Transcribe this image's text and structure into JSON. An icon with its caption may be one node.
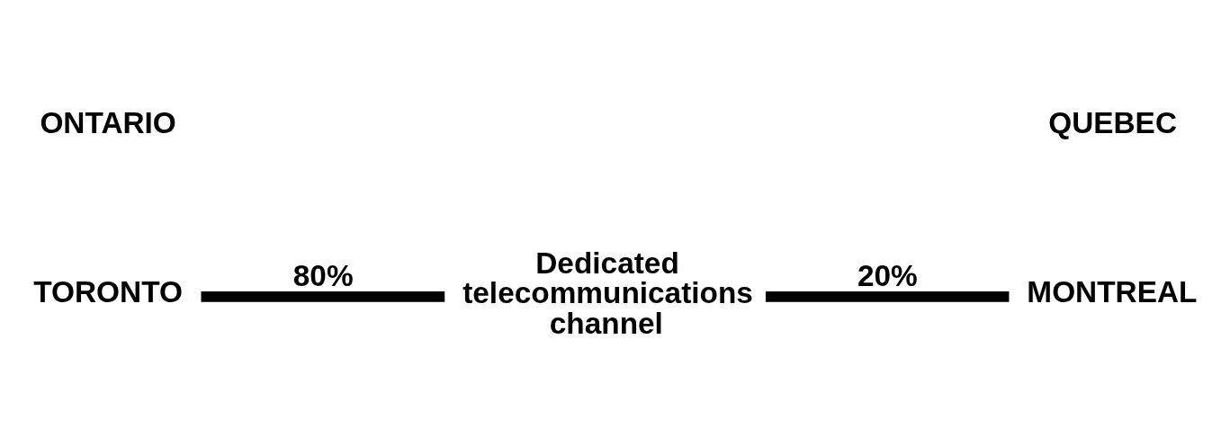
{
  "diagram": {
    "nodes": [
      {
        "text": [
          "TORONTO"
        ]
      },
      {
        "text": [
          "Dedicated telecommunications channel"
        ]
      },
      {
        "text": [
          "MONTREAL"
        ]
      }
    ],
    "edges": [
      {
        "from": 0,
        "to": 1,
        "arrow": "none",
        "label": "80%"
      },
      {
        "from": 1,
        "to": 2,
        "arrow": "none",
        "label": "20%"
      }
    ],
    "labels": [
      "ONTARIO",
      "QUEBEC"
    ]
  }
}
